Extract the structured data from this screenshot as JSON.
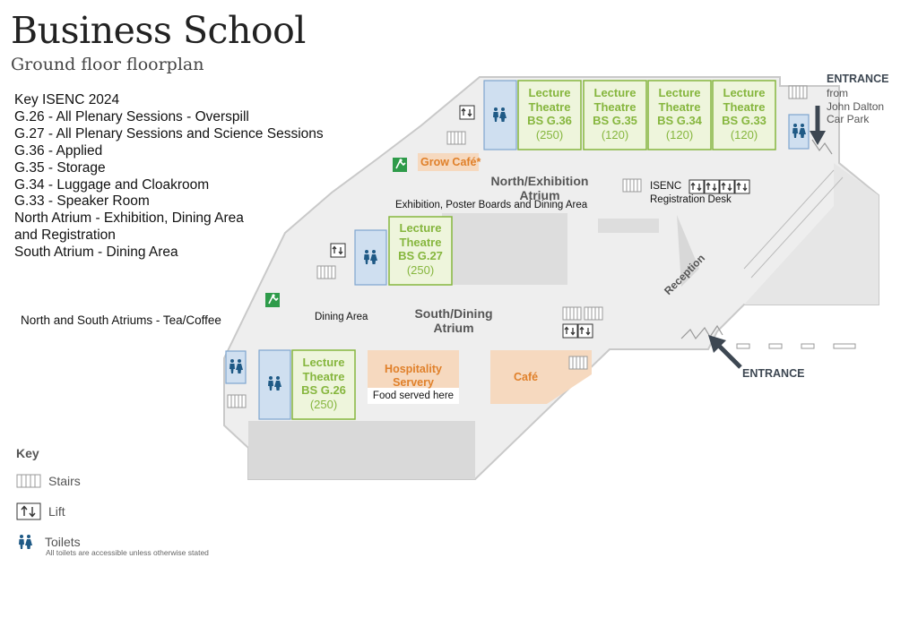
{
  "title": "Business School",
  "subtitle": "Ground floor floorplan",
  "key_isenc": [
    "Key ISENC 2024",
    "G.26 - All Plenary Sessions - Overspill",
    "G.27 - All Plenary Sessions and Science Sessions",
    "G.36 - Applied",
    "G.35 - Storage",
    "G.34 - Luggage and Cloakroom",
    "G.33 - Speaker Room",
    "North Atrium - Exhibition, Dining Area",
    "and Registration",
    "South Atrium - Dining Area"
  ],
  "tea_coffee": "North and South Atriums - Tea/Coffee",
  "theatres": {
    "g36": {
      "line1": "Lecture",
      "line2": "Theatre",
      "line3": "BS G.36",
      "capacity": "(250)"
    },
    "g35": {
      "line1": "Lecture",
      "line2": "Theatre",
      "line3": "BS G.35",
      "capacity": "(120)"
    },
    "g34": {
      "line1": "Lecture",
      "line2": "Theatre",
      "line3": "BS G.34",
      "capacity": "(120)"
    },
    "g33": {
      "line1": "Lecture",
      "line2": "Theatre",
      "line3": "BS G.33",
      "capacity": "(120)"
    },
    "g27": {
      "line1": "Lecture",
      "line2": "Theatre",
      "line3": "BS G.27",
      "capacity": "(250)"
    },
    "g26": {
      "line1": "Lecture",
      "line2": "Theatre",
      "line3": "BS G.26",
      "capacity": "(250)"
    }
  },
  "labels": {
    "grow_cafe": "Grow Café*",
    "north_atrium_1": "North/Exhibition",
    "north_atrium_2": "Atrium",
    "exhibition": "Exhibition, Poster Boards and Dining Area",
    "isenc": "ISENC",
    "registration": "Registration Desk",
    "reception": "Reception",
    "dining_area": "Dining Area",
    "south_atrium_1": "South/Dining",
    "south_atrium_2": "Atrium",
    "hospitality_1": "Hospitality",
    "hospitality_2": "Servery",
    "food_served": "Food served here",
    "cafe": "Café",
    "entrance_top": "ENTRANCE",
    "entrance_from_1": "from",
    "entrance_from_2": "John Dalton",
    "entrance_from_3": "Car Park",
    "entrance_bottom": "ENTRANCE"
  },
  "legend": {
    "title": "Key",
    "stairs": "Stairs",
    "lift": "Lift",
    "toilets": "Toilets",
    "toilets_note": "All toilets are accessible unless otherwise stated"
  },
  "colors": {
    "floor": "#eeeeee",
    "wall": "#c9c9c9",
    "lecture_fill": "#eef5dc",
    "lecture_border": "#86b63e",
    "toilet_fill": "#cfdff0",
    "toilet_border": "#7fa6cf",
    "toilet_icon": "#1f5a86",
    "cafe_fill": "#f6d9bf",
    "cafe_text": "#e0802a",
    "exit_green": "#2e9b4a",
    "entrance_arrow": "#3d4752"
  },
  "icons": [
    "stairs-icon",
    "lift-icon",
    "toilet-icon",
    "emergency-exit-icon",
    "entrance-arrow-icon"
  ]
}
